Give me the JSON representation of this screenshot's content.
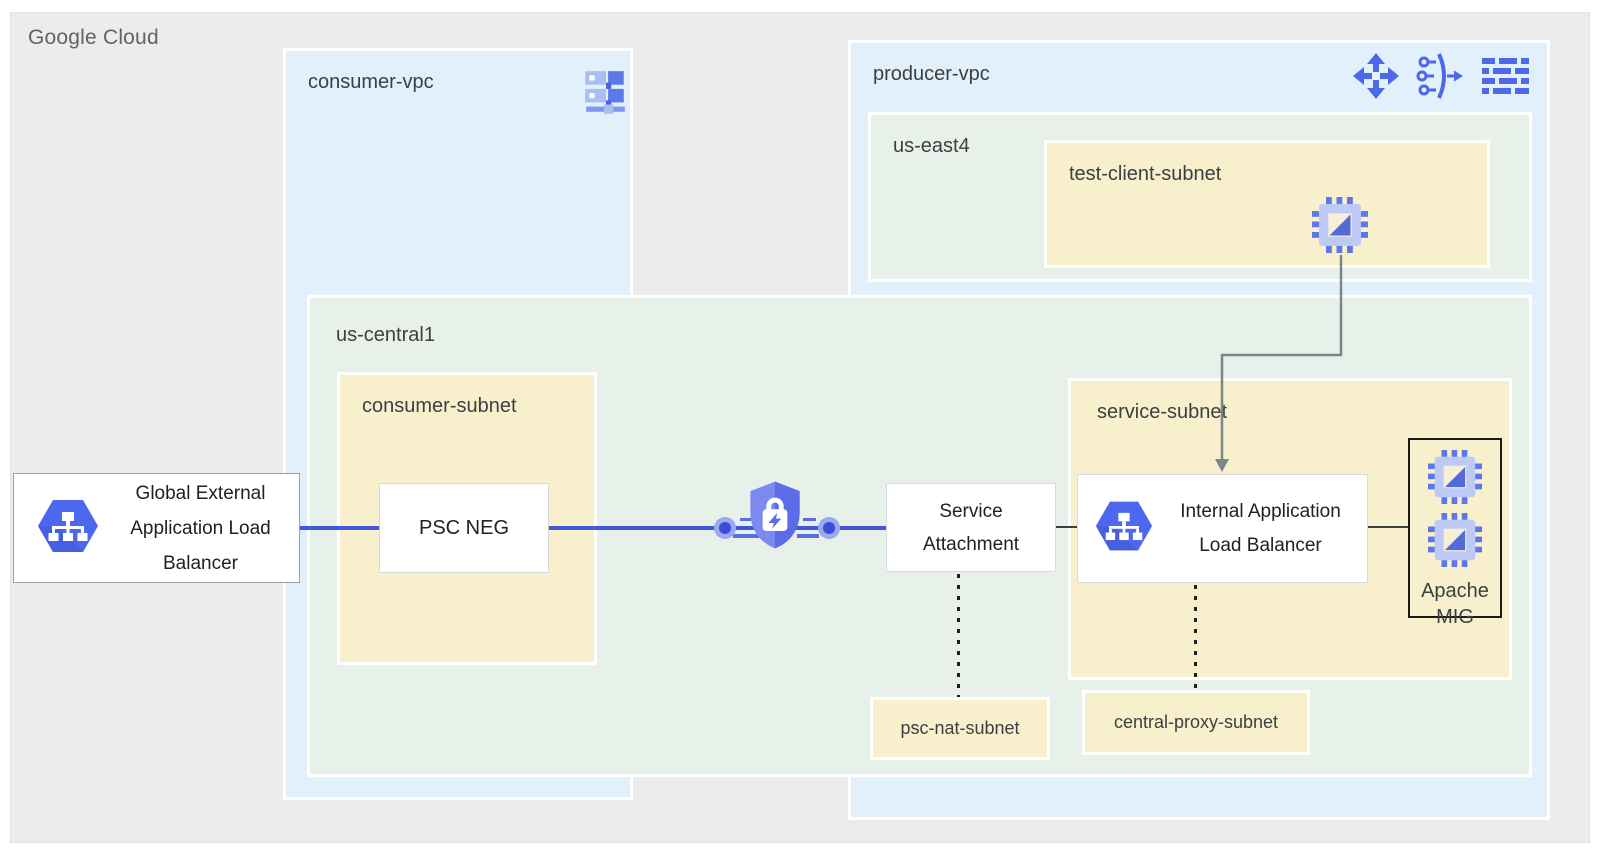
{
  "title": "Google Cloud",
  "consumer_vpc": {
    "label": "consumer-vpc"
  },
  "producer_vpc": {
    "label": "producer-vpc"
  },
  "regions": {
    "us_east4": {
      "label": "us-east4"
    },
    "us_central1": {
      "label": "us-central1"
    }
  },
  "subnets": {
    "test_client": {
      "label": "test-client-subnet"
    },
    "consumer": {
      "label": "consumer-subnet"
    },
    "service": {
      "label": "service-subnet"
    },
    "psc_nat": {
      "label": "psc-nat-subnet"
    },
    "central_proxy": {
      "label": "central-proxy-subnet"
    }
  },
  "nodes": {
    "global_alb": {
      "lines": [
        "Global External",
        "Application Load",
        "Balancer"
      ]
    },
    "psc_neg": {
      "label": "PSC NEG"
    },
    "service_attachment": {
      "lines": [
        "Service",
        "Attachment"
      ]
    },
    "internal_alb": {
      "lines": [
        "Internal Application",
        "Load Balancer"
      ]
    },
    "apache_mig": {
      "lines": [
        "Apache",
        "MIG"
      ]
    }
  },
  "icons": {
    "vpc_network": "vpc-network-icon",
    "routes": "routes-icon",
    "cloud_nat": "cloud-nat-icon",
    "firewall": "firewall-rules-icon",
    "compute_vm": "compute-engine-vm-icon",
    "load_balancer": "load-balancer-hexagon-icon",
    "psc_shield": "private-service-connect-shield-icon"
  },
  "colors": {
    "canvas_bg": "#ececec",
    "vpc_fill": "#e1f0fb",
    "region_fill": "#e8f1e9",
    "subnet_fill": "#f8efcc",
    "accent_blue": "#4156de",
    "icon_blue": "#4d68e8",
    "arrow_gray": "#7d858c",
    "mig_border": "#1a1a1a"
  }
}
